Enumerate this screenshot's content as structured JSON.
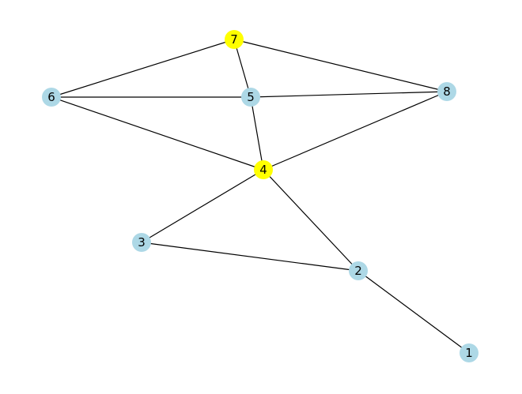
{
  "graph": {
    "nodes": [
      {
        "id": "1",
        "label": "1",
        "color": "#add8e6"
      },
      {
        "id": "2",
        "label": "2",
        "color": "#add8e6"
      },
      {
        "id": "3",
        "label": "3",
        "color": "#add8e6"
      },
      {
        "id": "4",
        "label": "4",
        "color": "#ffff00"
      },
      {
        "id": "5",
        "label": "5",
        "color": "#add8e6"
      },
      {
        "id": "6",
        "label": "6",
        "color": "#add8e6"
      },
      {
        "id": "7",
        "label": "7",
        "color": "#ffff00"
      },
      {
        "id": "8",
        "label": "8",
        "color": "#add8e6"
      }
    ],
    "edges": [
      [
        "7",
        "6"
      ],
      [
        "7",
        "5"
      ],
      [
        "7",
        "8"
      ],
      [
        "6",
        "5"
      ],
      [
        "5",
        "8"
      ],
      [
        "6",
        "4"
      ],
      [
        "5",
        "4"
      ],
      [
        "8",
        "4"
      ],
      [
        "4",
        "3"
      ],
      [
        "4",
        "2"
      ],
      [
        "3",
        "2"
      ],
      [
        "2",
        "1"
      ]
    ]
  }
}
